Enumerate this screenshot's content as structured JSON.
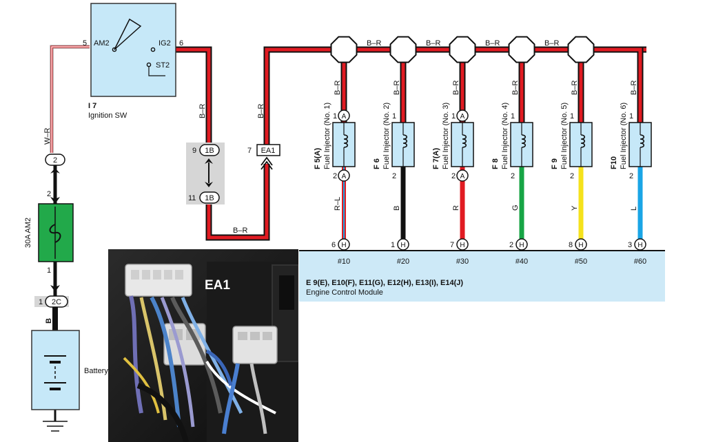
{
  "colors": {
    "wire_red": "#e11b22",
    "wire_black": "#111111",
    "wire_green": "#17a545",
    "wire_yellow": "#f5e21c",
    "wire_blue": "#1aa5e6",
    "component_fill": "#c6e8f8",
    "fuse_fill": "#22a94a",
    "connector_gray": "#d6d6d6",
    "ecm_fill": "#cde9f7"
  },
  "ignition_switch": {
    "code": "I 7",
    "name": "Ignition SW",
    "terminal_am2": "AM2",
    "terminal_ig2": "IG2",
    "terminal_st2": "ST2",
    "pin_am2": "5",
    "pin_ig2": "6"
  },
  "wires": {
    "w_r": "W–R",
    "b_r_ig2": "B–R",
    "b_r_bottom": "B–R",
    "b_r_ea1": "B–R",
    "bus_labels": [
      "B–R",
      "B–R",
      "B–R",
      "B–R"
    ],
    "battery_wire": "B"
  },
  "connectors": {
    "c2": "2",
    "c1b": "1B",
    "c1b_pin_top": "9",
    "c1b_pin_bottom": "11",
    "ea1": "EA1",
    "ea1_pin": "7",
    "c2c": "2C",
    "c2c_pin": "1"
  },
  "fuse": {
    "label": "30A AM2",
    "pin_top": "2",
    "pin_bottom": "1"
  },
  "battery": {
    "label": "Battery"
  },
  "injectors": [
    {
      "code": "F 5(A)",
      "name": "Fuel Injector (No. 1)",
      "wire_top": "B–R",
      "wire_bottom": "R–L",
      "pin_top": "1",
      "pin_bottom": "2",
      "conn_top": "A",
      "conn_bottom": "A",
      "ecm_pin": "6",
      "ecm_conn": "H",
      "ecm_num": "#10",
      "color": "#1aa5e6"
    },
    {
      "code": "F 6",
      "name": "Fuel Injector (No. 2)",
      "wire_top": "B–R",
      "wire_bottom": "B",
      "pin_top": "1",
      "pin_bottom": "2",
      "conn_top": "",
      "conn_bottom": "",
      "ecm_pin": "1",
      "ecm_conn": "H",
      "ecm_num": "#20",
      "color": "#111111"
    },
    {
      "code": "F 7(A)",
      "name": "Fuel Injector (No. 3)",
      "wire_top": "B–R",
      "wire_bottom": "R",
      "pin_top": "1",
      "pin_bottom": "2",
      "conn_top": "A",
      "conn_bottom": "A",
      "ecm_pin": "7",
      "ecm_conn": "H",
      "ecm_num": "#30",
      "color": "#e11b22"
    },
    {
      "code": "F 8",
      "name": "Fuel Injector (No. 4)",
      "wire_top": "B–R",
      "wire_bottom": "G",
      "pin_top": "1",
      "pin_bottom": "2",
      "conn_top": "",
      "conn_bottom": "",
      "ecm_pin": "2",
      "ecm_conn": "H",
      "ecm_num": "#40",
      "color": "#17a545"
    },
    {
      "code": "F 9",
      "name": "Fuel Injector (No. 5)",
      "wire_top": "B–R",
      "wire_bottom": "Y",
      "pin_top": "1",
      "pin_bottom": "2",
      "conn_top": "",
      "conn_bottom": "",
      "ecm_pin": "8",
      "ecm_conn": "H",
      "ecm_num": "#50",
      "color": "#f5e21c"
    },
    {
      "code": "F10",
      "name": "Fuel Injector (No. 6)",
      "wire_top": "B–R",
      "wire_bottom": "L",
      "pin_top": "1",
      "pin_bottom": "2",
      "conn_top": "",
      "conn_bottom": "",
      "ecm_pin": "3",
      "ecm_conn": "H",
      "ecm_num": "#60",
      "color": "#1aa5e6"
    }
  ],
  "ecm": {
    "connectors": "E 9(E), E10(F), E11(G), E12(H), E13(I), E14(J)",
    "name": "Engine Control Module"
  },
  "photo": {
    "label": "EA1"
  }
}
